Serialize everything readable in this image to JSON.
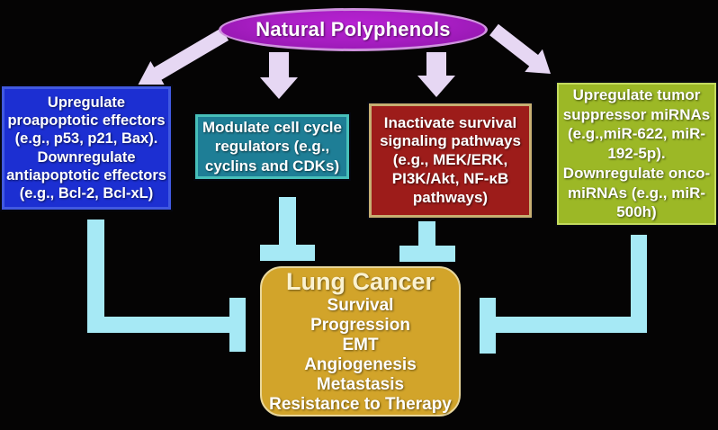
{
  "source": {
    "title": "Natural Polyphenols"
  },
  "mechanism_boxes": [
    {
      "id": "apoptosis-effectors",
      "lines": [
        "Upregulate",
        "proapoptotic effectors",
        "(e.g., p53, p21, Bax).",
        "Downregulate",
        "antiapoptotic effectors",
        "(e.g., Bcl-2, Bcl-xL)"
      ]
    },
    {
      "id": "cell-cycle-regulators",
      "lines": [
        "Modulate cell cycle",
        "regulators (e.g.,",
        "cyclins and CDKs)"
      ]
    },
    {
      "id": "survival-signaling",
      "lines": [
        "Inactivate survival",
        "signaling pathways",
        "(e.g., MEK/ERK,",
        "PI3K/Akt, NF-κB",
        "pathways)"
      ]
    },
    {
      "id": "mirna-regulation",
      "lines": [
        "Upregulate tumor",
        "suppressor miRNAs",
        "(e.g.,miR-622, miR-",
        "192-5p).",
        "Downregulate onco-",
        "miRNAs (e.g., miR-",
        "500h)"
      ]
    }
  ],
  "target_box": {
    "title": "Lung Cancer",
    "items": [
      "Survival",
      "Progression",
      "EMT",
      "Angiogenesis",
      "Metastasis",
      "Resistance to Therapy"
    ]
  },
  "colors": {
    "background": "#050404",
    "ellipse_fill": "#a51dc0",
    "ellipse_border": "#cf92de",
    "arrow": "#e6d7f3",
    "inhibition_bar": "#a6e9f5",
    "box_blue": "#1c2fd2",
    "box_teal": "#1e7e96",
    "box_red": "#9d1c1a",
    "box_green": "#9cb826",
    "target_gold": "#d2a42a",
    "text": "#ffffff"
  }
}
